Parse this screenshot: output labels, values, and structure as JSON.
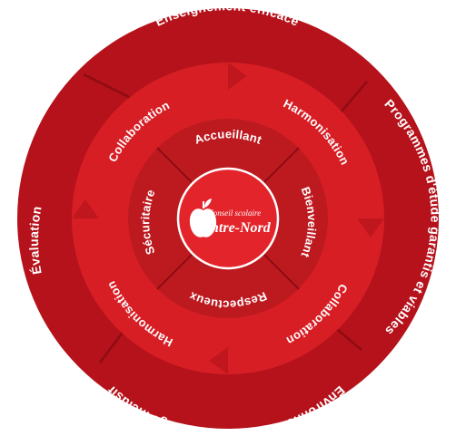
{
  "diagram": {
    "outer_ring": {
      "top": "Enseignement efficace",
      "right": "Programmes d'étude garantis et viables",
      "bottom": "Environnement d'apprentissage inclusif",
      "left": "Évaluation"
    },
    "middle_ring": {
      "top_left": "Collaboration",
      "top_right": "Harmonisation",
      "bottom_right": "Collaboration",
      "bottom_left": "Harmonisation"
    },
    "inner_ring": {
      "top": "Accueillant",
      "right": "Bienveillant",
      "bottom": "Respectueux",
      "left": "Sécuritaire"
    },
    "logo": {
      "line1": "Conseil scolaire",
      "line2": "Centre-Nord"
    }
  },
  "colors": {
    "outer": "#b5121b",
    "middle": "#d81e25",
    "inner": "#bd1a20",
    "core": "#e3242b",
    "divider": "#8e0c12",
    "text": "#ffffff"
  }
}
